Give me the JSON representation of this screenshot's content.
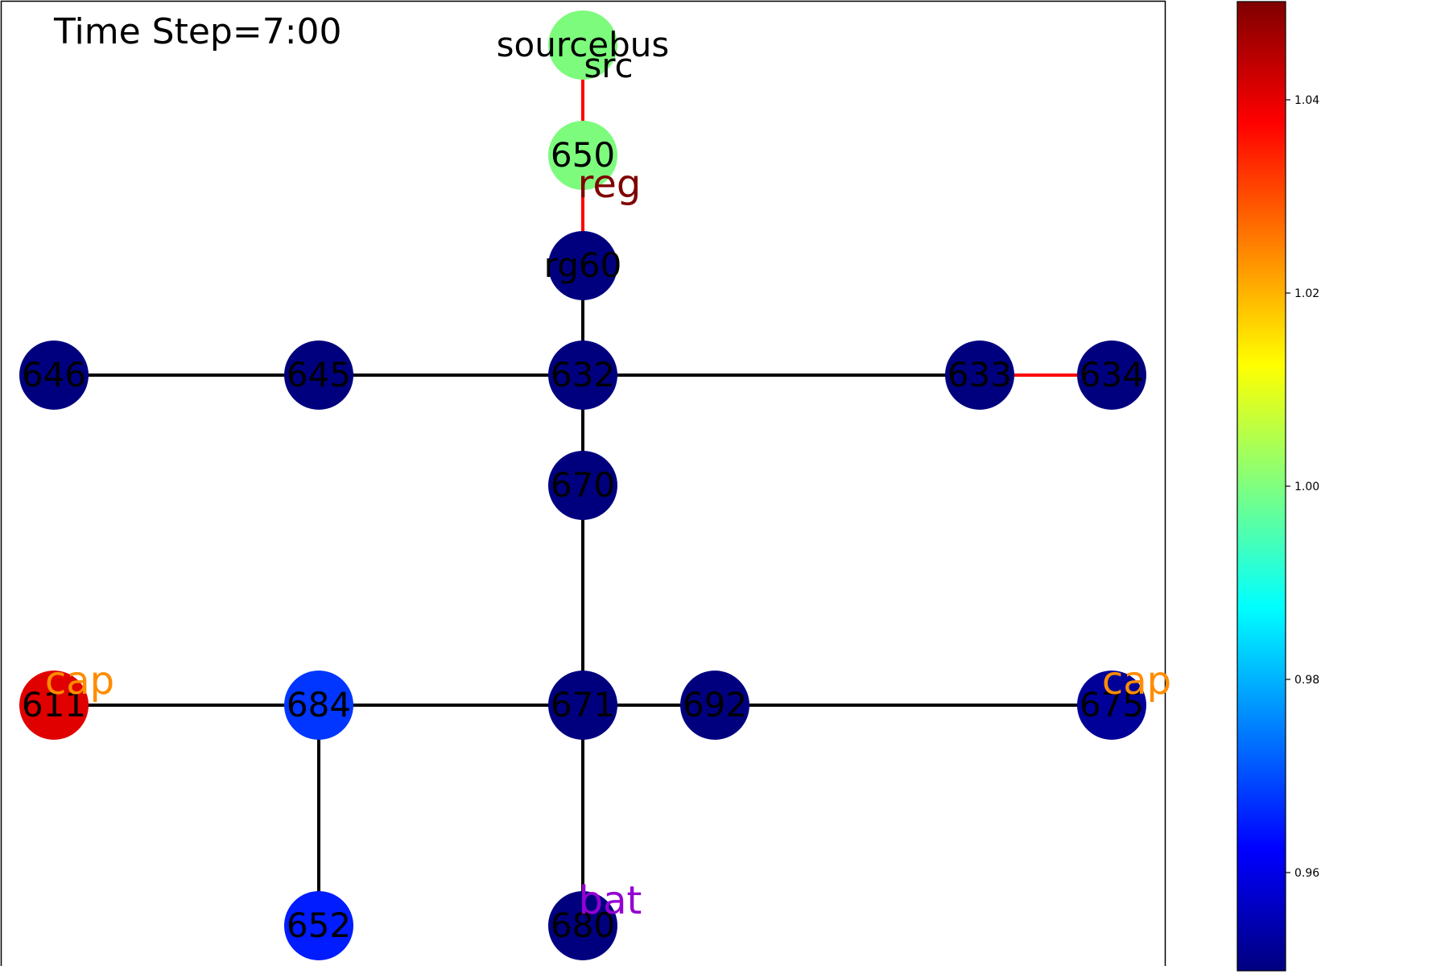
{
  "title": "Time Step=7:00",
  "colormap_stops": [
    "#00007f",
    "#0000ff",
    "#007fff",
    "#00ffff",
    "#7fff7f",
    "#ffff00",
    "#ff7f00",
    "#ff0000",
    "#7f0000"
  ],
  "colorbar": {
    "ticks": [
      "0.96",
      "0.98",
      "1.00",
      "1.02",
      "1.04"
    ]
  },
  "nodes": [
    {
      "id": "sourcebus",
      "label": "sourcebus",
      "color": "#7dfb7d"
    },
    {
      "id": "650",
      "label": "650",
      "color": "#7dfb7d"
    },
    {
      "id": "rg60",
      "label": "rg60",
      "color": "#00007f"
    },
    {
      "id": "632",
      "label": "632",
      "color": "#00007f"
    },
    {
      "id": "646",
      "label": "646",
      "color": "#00007f"
    },
    {
      "id": "645",
      "label": "645",
      "color": "#00007f"
    },
    {
      "id": "633",
      "label": "633",
      "color": "#00007f"
    },
    {
      "id": "634",
      "label": "634",
      "color": "#00007f"
    },
    {
      "id": "670",
      "label": "670",
      "color": "#00007f"
    },
    {
      "id": "611",
      "label": "611",
      "color": "#e00000"
    },
    {
      "id": "684",
      "label": "684",
      "color": "#0036ff"
    },
    {
      "id": "671",
      "label": "671",
      "color": "#00007f"
    },
    {
      "id": "692",
      "label": "692",
      "color": "#00007f"
    },
    {
      "id": "675",
      "label": "675",
      "color": "#000099"
    },
    {
      "id": "652",
      "label": "652",
      "color": "#001cff"
    },
    {
      "id": "680",
      "label": "680",
      "color": "#00007f"
    }
  ],
  "edges": [
    {
      "from": "sourcebus",
      "to": "650",
      "color": "#ff0000"
    },
    {
      "from": "650",
      "to": "rg60",
      "color": "#ff0000"
    },
    {
      "from": "rg60",
      "to": "632",
      "color": "#000000"
    },
    {
      "from": "646",
      "to": "645",
      "color": "#000000"
    },
    {
      "from": "645",
      "to": "632",
      "color": "#000000"
    },
    {
      "from": "632",
      "to": "633",
      "color": "#000000"
    },
    {
      "from": "633",
      "to": "634",
      "color": "#ff0000"
    },
    {
      "from": "632",
      "to": "670",
      "color": "#000000"
    },
    {
      "from": "670",
      "to": "671",
      "color": "#000000"
    },
    {
      "from": "611",
      "to": "684",
      "color": "#000000"
    },
    {
      "from": "684",
      "to": "671",
      "color": "#000000"
    },
    {
      "from": "671",
      "to": "692",
      "color": "#000000"
    },
    {
      "from": "692",
      "to": "675",
      "color": "#000000"
    },
    {
      "from": "684",
      "to": "652",
      "color": "#000000"
    },
    {
      "from": "671",
      "to": "680",
      "color": "#000000"
    }
  ],
  "annotations": [
    {
      "id": "src",
      "node": "sourcebus",
      "text": "src",
      "color": "#000000"
    },
    {
      "id": "reg",
      "node": "650",
      "text": "reg",
      "color": "#800000"
    },
    {
      "id": "cap-611",
      "node": "611",
      "text": "cap",
      "color": "#ff8c00"
    },
    {
      "id": "cap-675",
      "node": "675",
      "text": "cap",
      "color": "#ff8c00"
    },
    {
      "id": "bat",
      "node": "680",
      "text": "bat",
      "color": "#9400d3"
    }
  ]
}
